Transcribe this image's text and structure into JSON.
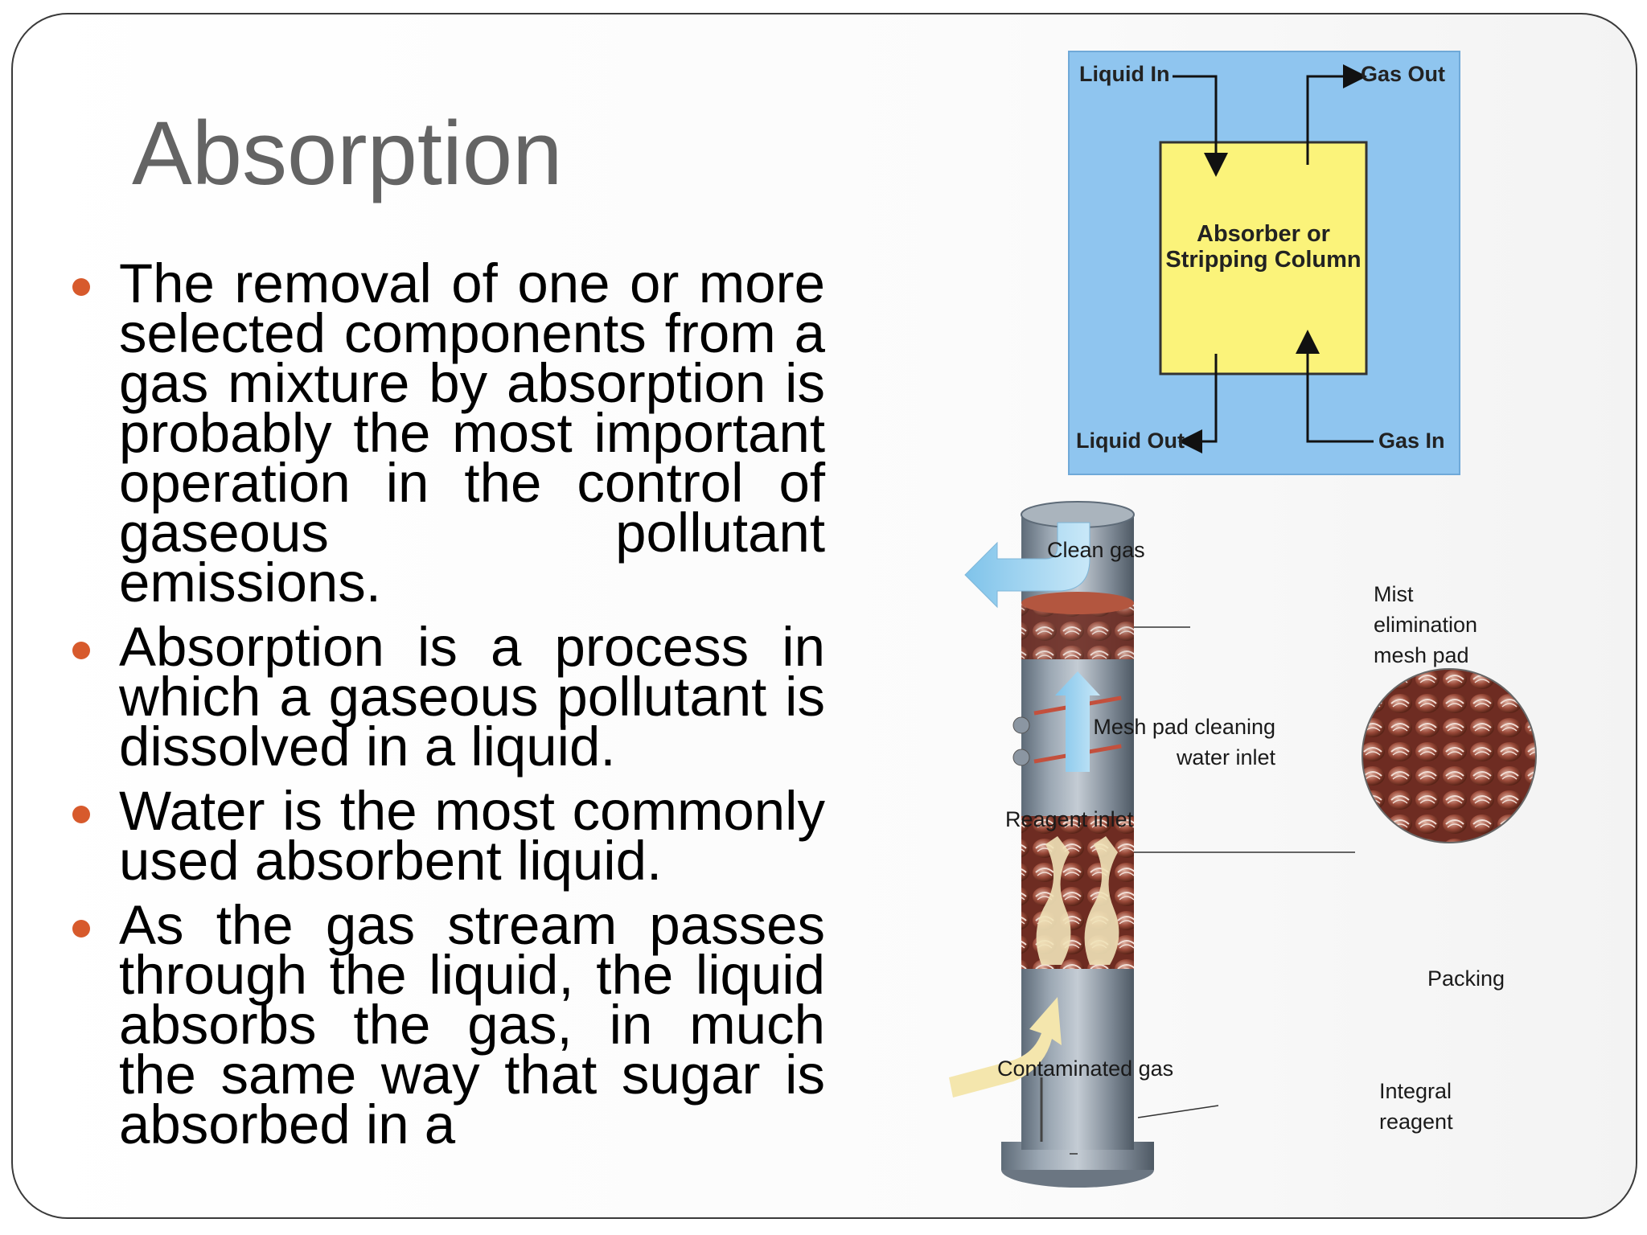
{
  "slide": {
    "title": "Absorption",
    "bullets": [
      "The removal of one or more selected components from a gas mixture by absorption is probably the most important operation in the control of gaseous pollutant emissions.",
      "Absorption is a process in which a gaseous pollutant is dissolved in a liquid.",
      "Water is the most commonly used absorbent liquid.",
      "As the gas stream passes through the liquid, the liquid absorbs the gas, in much the same way that sugar is absorbed in a"
    ]
  },
  "flow_diagram": {
    "liquid_in": "Liquid In",
    "gas_out": "Gas Out",
    "box_line1": "Absorber or",
    "box_line2": "Stripping Column",
    "liquid_out": "Liquid Out",
    "gas_in": "Gas In",
    "colors": {
      "background": "#8fc5ef",
      "box": "#fbf37a"
    }
  },
  "column_diagram": {
    "clean_gas": "Clean gas",
    "mist_line1": "Mist",
    "mist_line2": "elimination",
    "mist_line3": "mesh pad",
    "mesh_line1": "Mesh pad cleaning",
    "mesh_line2": "water inlet",
    "reagent_inlet": "Reagent inlet",
    "packing": "Packing",
    "contaminated_gas": "Contaminated gas",
    "integral_line1": "Integral",
    "integral_line2": "reagent"
  },
  "theme": {
    "bullet_color": "#d75a2c",
    "title_color": "#646464"
  }
}
